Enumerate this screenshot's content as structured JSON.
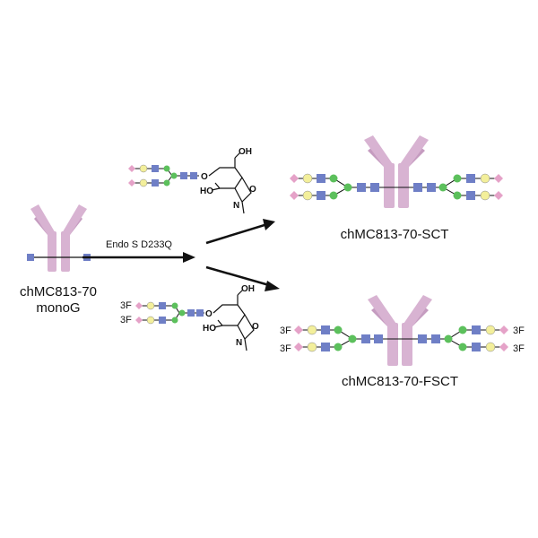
{
  "colors": {
    "antibody": "#d8b3d2",
    "antibody_dark": "#c59cc0",
    "neu5ac": "#e5a2c8",
    "galactose": "#f3ef9b",
    "glcnac": "#6f7fc6",
    "mannose": "#5cc05c",
    "line": "#111111"
  },
  "labels": {
    "start_antibody_line1": "chMC813-70",
    "start_antibody_line2": "monoG",
    "enzyme": "Endo S D233Q",
    "product_sct": "chMC813-70-SCT",
    "product_fsct": "chMC813-70-FSCT",
    "fluoro_tag": "3F"
  },
  "oxazoline": {
    "oh_label": "OH",
    "ho_label": "HO",
    "n_label": "N",
    "o_label": "O"
  },
  "legend_icons": [
    "neu5ac-diamond-icon",
    "galactose-circle-icon",
    "glcnac-square-icon",
    "mannose-circle-icon"
  ]
}
